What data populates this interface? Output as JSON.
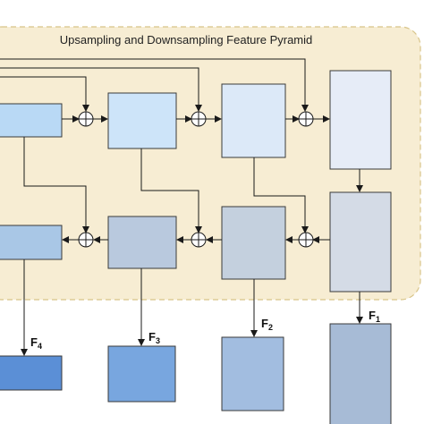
{
  "diagram": {
    "title": "Upsampling and Downsampling Feature Pyramid",
    "outputs": [
      {
        "label": "F",
        "sub": "1"
      },
      {
        "label": "F",
        "sub": "2"
      },
      {
        "label": "F",
        "sub": "3"
      },
      {
        "label": "F",
        "sub": "4"
      }
    ],
    "colors": {
      "panel_fill": "#f7edd3",
      "panel_stroke": "#d8c488",
      "top_row": [
        "#b9d9f5",
        "#cde4f9",
        "#dce9f8",
        "#e6ecf7"
      ],
      "bottom_row": [
        "#a9c7e6",
        "#b9c9de",
        "#c4d0de",
        "#d4dbe6"
      ],
      "outputs": [
        "#a7bbd6",
        "#a2bde0",
        "#78a6df",
        "#5b8fd6"
      ],
      "stroke": "#3a3a3a"
    }
  }
}
